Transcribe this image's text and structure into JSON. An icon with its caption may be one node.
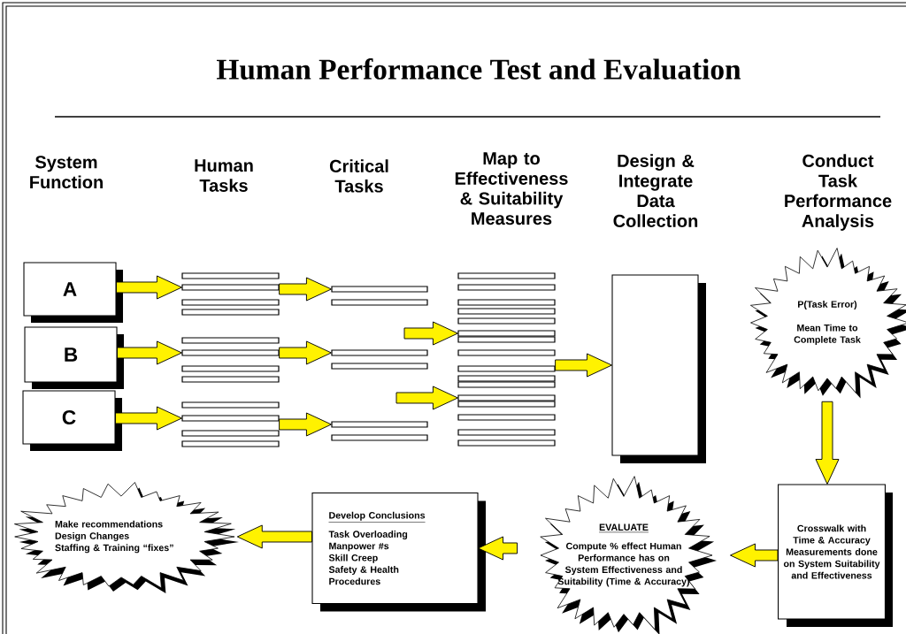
{
  "diagram": {
    "title": "Human Performance Test and Evaluation",
    "nodes": [
      {
        "text": [
          "A"
        ]
      },
      {
        "text": [
          "B"
        ]
      },
      {
        "text": [
          "C"
        ]
      },
      {
        "text": [],
        "shape": "bar"
      },
      {
        "text": [],
        "shape": "bar"
      },
      {
        "text": [],
        "shape": "bar"
      },
      {
        "text": [],
        "shape": "bar"
      },
      {
        "text": [],
        "shape": "bar"
      },
      {
        "text": [],
        "shape": "bar"
      },
      {
        "text": [],
        "shape": "bar"
      },
      {
        "text": [],
        "shape": "bar"
      },
      {
        "text": [],
        "shape": "bar"
      },
      {
        "text": [],
        "shape": "bar"
      },
      {
        "text": [],
        "shape": "bar"
      },
      {
        "text": [],
        "shape": "bar"
      },
      {
        "text": [],
        "shape": "bar"
      },
      {
        "text": [],
        "shape": "bar"
      },
      {
        "text": [],
        "shape": "bar"
      },
      {
        "text": [],
        "shape": "bar"
      },
      {
        "text": [],
        "shape": "bar"
      },
      {
        "text": [],
        "shape": "bar"
      },
      {
        "text": [],
        "shape": "bar"
      },
      {
        "text": [],
        "shape": "bar"
      },
      {
        "text": [],
        "shape": "bar"
      },
      {
        "text": [],
        "shape": "bar"
      },
      {
        "text": [],
        "shape": "bar"
      },
      {
        "text": [],
        "shape": "bar"
      },
      {
        "text": [],
        "shape": "bar"
      },
      {
        "text": [],
        "shape": "bar"
      },
      {
        "text": [],
        "shape": "bar"
      },
      {
        "text": [],
        "shape": "bar"
      },
      {
        "text": [],
        "shape": "bar"
      },
      {
        "text": [],
        "shape": "bar"
      },
      {
        "text": [],
        "shape": "bar"
      },
      {
        "text": [],
        "shape": "bar"
      },
      {
        "text": [],
        "shape": "bar"
      },
      {
        "text": [],
        "shape": "bar"
      },
      {
        "text": [],
        "shape": "box"
      },
      {
        "text": [
          "P(Task Error)",
          "Mean Time to Complete Task"
        ]
      },
      {
        "text": [
          "Crosswalk with Time & Accuracy Measurements done on System Suitability and Effectiveness"
        ]
      },
      {
        "text": [
          "EVALUATE",
          "Compute % effect Human Performance has on System Effectiveness and Suitability (Time & Accuracy)"
        ]
      },
      {
        "text": [
          "Develop Conclusions",
          "Task Overloading",
          "Manpower #s",
          "Skill Creep",
          "Safety & Health",
          "Procedures"
        ]
      },
      {
        "text": [
          "Make recommendations",
          "Design Changes",
          "Staffing & Training “fixes”"
        ]
      }
    ],
    "edges": [
      {
        "from": 0,
        "to": 4,
        "arrow": "to"
      },
      {
        "from": 1,
        "to": 8,
        "arrow": "to"
      },
      {
        "from": 2,
        "to": 12,
        "arrow": "to"
      },
      {
        "from": 4,
        "to": 15,
        "arrow": "to"
      },
      {
        "from": 8,
        "to": 17,
        "arrow": "to"
      },
      {
        "from": 13,
        "to": 19,
        "arrow": "to"
      },
      {
        "from": null,
        "to": 26,
        "arrow": "to"
      },
      {
        "from": null,
        "to": 32,
        "arrow": "to"
      },
      {
        "from": 28,
        "to": 37,
        "arrow": "to"
      },
      {
        "from": 38,
        "to": 39,
        "arrow": "to"
      },
      {
        "from": 39,
        "to": 40,
        "arrow": "to"
      },
      {
        "from": 40,
        "to": 41,
        "arrow": "to"
      },
      {
        "from": 41,
        "to": 42,
        "arrow": "to"
      }
    ],
    "labels": [
      "System Function",
      "Human Tasks",
      "Critical Tasks",
      "Map to Effectiveness & Suitability Measures",
      "Design & Integrate Data Collection",
      "Conduct Task Performance Analysis"
    ]
  }
}
